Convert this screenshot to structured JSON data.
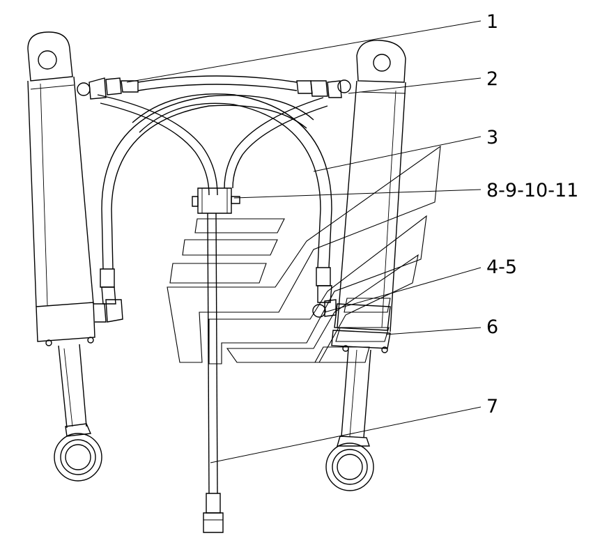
{
  "diagram": {
    "callouts": [
      "1",
      "2",
      "3",
      "8-9-10-11",
      "4-5",
      "6",
      "7"
    ]
  }
}
